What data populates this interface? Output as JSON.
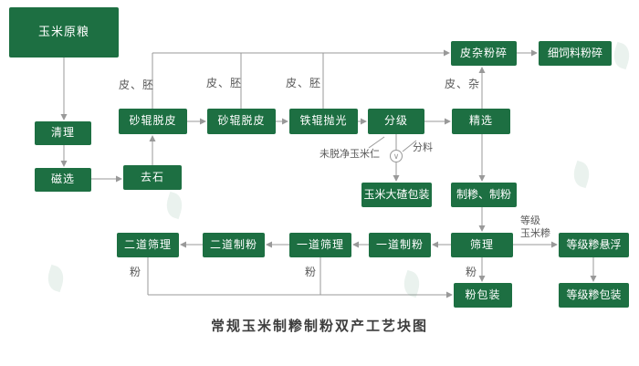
{
  "title": "常规玉米制糁制粉双产工艺块图",
  "colors": {
    "box": "#1d6f42",
    "box_text": "#ffffff",
    "line": "#999999",
    "label": "#5a5a5a"
  },
  "nodes": {
    "raw_corn": {
      "label": "玉米原粮"
    },
    "cleaning": {
      "label": "清理"
    },
    "magnetic": {
      "label": "磁选"
    },
    "destone": {
      "label": "去石"
    },
    "sand_roller_1": {
      "label": "砂辊脱皮"
    },
    "sand_roller_2": {
      "label": "砂辊脱皮"
    },
    "iron_roller": {
      "label": "铁辊抛光"
    },
    "grading": {
      "label": "分级"
    },
    "fine_select": {
      "label": "精选"
    },
    "bran_crush": {
      "label": "皮杂粉碎"
    },
    "feed_crush": {
      "label": "细饲料粉碎"
    },
    "grits_pack": {
      "label": "玉米大碴包装"
    },
    "grits_flour": {
      "label": "制糁、制粉"
    },
    "sieving": {
      "label": "筛理"
    },
    "mill_1": {
      "label": "一道制粉"
    },
    "sieve_1": {
      "label": "一道筛理"
    },
    "mill_2": {
      "label": "二道制粉"
    },
    "sieve_2": {
      "label": "二道筛理"
    },
    "grade_suspend": {
      "label": "等级糁悬浮"
    },
    "grade_pack": {
      "label": "等级糁包装"
    },
    "flour_pack": {
      "label": "粉包装"
    }
  },
  "edge_labels": {
    "bran_germ_1": "皮、胚",
    "bran_germ_2": "皮、胚",
    "bran_germ_3": "皮、胚",
    "bran_impurity": "皮、杂",
    "unhulled": "未脱净玉米仁",
    "split": "分料",
    "grade_line1": "等级",
    "grade_line2": "玉米糁",
    "flour_1": "粉",
    "flour_2": "粉",
    "flour_3": "粉"
  },
  "symbols": {
    "diverter": "∨"
  }
}
